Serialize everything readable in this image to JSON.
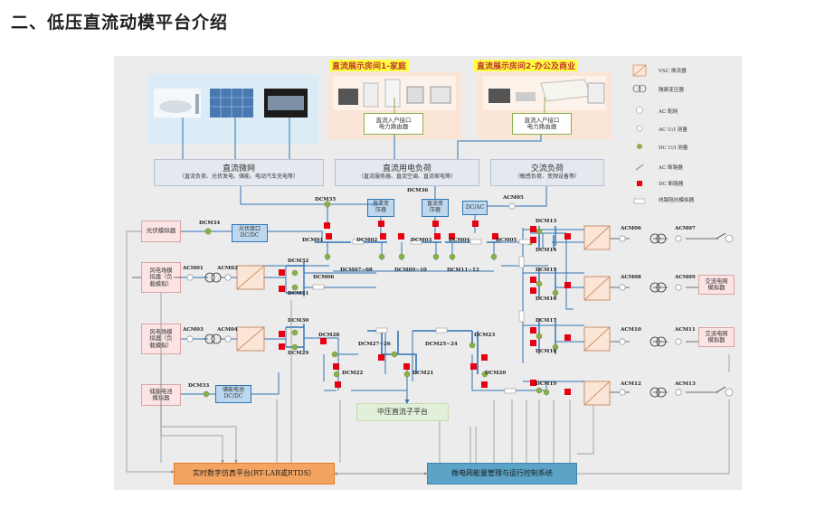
{
  "page": {
    "title": "二、低压直流动模平台介绍"
  },
  "legend": [
    {
      "icon": "vsc-converter-icon",
      "label": "VSC 换流器"
    },
    {
      "icon": "isolation-transformer-icon",
      "label": "隔离变压器"
    },
    {
      "icon": "ac-grid-icon",
      "label": "AC 配网"
    },
    {
      "icon": "ac-measure-icon",
      "label": "AC U/I 测量"
    },
    {
      "icon": "dc-measure-icon",
      "label": "DC U/I 测量"
    },
    {
      "icon": "ac-breaker-icon",
      "label": "AC 断路器"
    },
    {
      "icon": "dc-breaker-icon",
      "label": "DC 断路器"
    },
    {
      "icon": "line-impedance-icon",
      "label": "线路阻抗模拟器"
    }
  ],
  "rooms": {
    "home": {
      "title": "直流展示房间1-家庭",
      "router": [
        "直流入户接口",
        "电力路由器"
      ]
    },
    "office": {
      "title": "直流展示房间2-办公及商业",
      "router": [
        "直流入户接口",
        "电力路由器"
      ]
    }
  },
  "sections": {
    "microgrid": {
      "title": "直流微网",
      "sub": "（直流负荷、光伏发电、储能、电动汽车充电等）"
    },
    "dc_load": {
      "title": "直流用电负荷",
      "sub": "（直流服务器、直流空调、直流家电等）"
    },
    "ac_load": {
      "title": "交流负荷",
      "sub": "（敏感负荷、变频设备等）"
    }
  },
  "blocks": {
    "pv_sim": "光伏模拟器",
    "pv_iface": [
      "光伏接口",
      "DC/DC"
    ],
    "wind1": [
      "风电场模",
      "拟器（负",
      "载模拟）"
    ],
    "wind2": [
      "风电场模",
      "拟器（负",
      "载模拟）"
    ],
    "storage_sim": [
      "储能电池",
      "模拟器"
    ],
    "storage_iface": [
      "储能电池",
      "DC/DC"
    ],
    "dc_trans1": [
      "直流变",
      "压器"
    ],
    "dc_trans2": [
      "直流变",
      "压器"
    ],
    "dcac": "DC/AC",
    "ac_grid1": [
      "交流电网",
      "模拟器"
    ],
    "ac_grid2": [
      "交流电网",
      "模拟器"
    ],
    "mv_platform": "中压直流子平台",
    "rtlab": "实时数字仿真平台(RT-LAB或RTDS）",
    "ems": "微电网能量管理与运行控制系统"
  },
  "labels": {
    "DCM35": "DCM35",
    "DCM36": "DCM36",
    "ACM05": "ACM05",
    "DCM34": "DCM34",
    "DCM01": "DCM01",
    "DCM02": "DCM02",
    "DCM03": "DCM03",
    "DCM04": "DCM04",
    "DCM05": "DCM05",
    "DCM13": "DCM13",
    "DCM14": "DCM14",
    "DCM15": "DCM15",
    "DCM16": "DCM16",
    "DCM17": "DCM17",
    "DCM18": "DCM18",
    "DCM19": "DCM19",
    "DCM32": "DCM32",
    "DCM31": "DCM31",
    "DCM06": "DCM06",
    "DCM07_08": "DCM07~08",
    "DCM09_10": "DCM09~10",
    "DCM11_12": "DCM11~12",
    "DCM30": "DCM30",
    "DCM29": "DCM29",
    "DCM28": "DCM28",
    "DCM27_26": "DCM27~26",
    "DCM25_24": "DCM25~24",
    "DCM23": "DCM23",
    "DCM22": "DCM22",
    "DCM21": "DCM21",
    "DCM20": "DCM20",
    "DCM33": "DCM33",
    "ACM01": "ACM01",
    "ACM02": "ACM02",
    "ACM03": "ACM03",
    "ACM04": "ACM04",
    "ACM06": "ACM06",
    "ACM07": "ACM07",
    "ACM08": "ACM08",
    "ACM09": "ACM09",
    "ACM10": "ACM10",
    "ACM11": "ACM11",
    "ACM12": "ACM12",
    "ACM13": "ACM13"
  },
  "colors": {
    "background": "#ececec",
    "dc_bus": "#2e75b6",
    "breaker": "#e60012",
    "measure": "#8bb04a",
    "room_fill": "#fbe5d6",
    "pv_area": "#dcecf7",
    "rtlab": "#f4a460",
    "ems": "#5ba3c7",
    "mv_platform": "#e2efd9",
    "iface": "#bdd7ee",
    "left_box": "#fce4e4"
  }
}
